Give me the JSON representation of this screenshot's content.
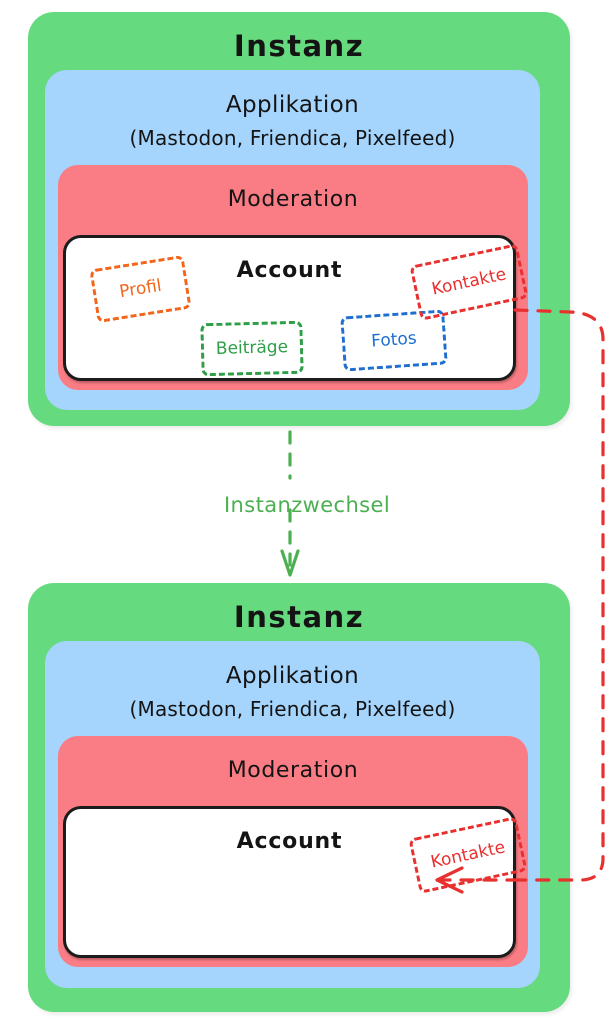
{
  "diagram": {
    "title_top": "Instanz",
    "title_bottom": "Instanz",
    "transition_label": "Instanzwechsel",
    "colors": {
      "instance_green": "#65DA7E",
      "application_blue": "#A5D4FC",
      "moderation_red": "#FA7C84",
      "account_white": "#FFFFFF",
      "account_border": "#1C1C1C",
      "chip_profil": "#F2661C",
      "chip_beitraege": "#2E9E47",
      "chip_fotos": "#1F6FD0",
      "chip_kontakte": "#E8302F",
      "connector_red": "#E8302F",
      "arrow_green": "#4CAF50",
      "text_dark": "#141414"
    },
    "blocks": [
      {
        "id": "instance-top",
        "instance_label": "Instanz",
        "application_label": "Applikation",
        "application_examples": "(Mastodon, Friendica, Pixelfeed)",
        "moderation_label": "Moderation",
        "account_label": "Account",
        "chips": [
          {
            "id": "profil",
            "label": "Profil",
            "color": "#F2661C"
          },
          {
            "id": "beitraege",
            "label": "Beiträge",
            "color": "#2E9E47"
          },
          {
            "id": "fotos",
            "label": "Fotos",
            "color": "#1F6FD0"
          },
          {
            "id": "kontakte",
            "label": "Kontakte",
            "color": "#E8302F"
          }
        ]
      },
      {
        "id": "instance-bottom",
        "instance_label": "Instanz",
        "application_label": "Applikation",
        "application_examples": "(Mastodon, Friendica, Pixelfeed)",
        "moderation_label": "Moderation",
        "account_label": "Account",
        "chips": [
          {
            "id": "kontakte",
            "label": "Kontakte",
            "color": "#E8302F"
          }
        ]
      }
    ]
  }
}
